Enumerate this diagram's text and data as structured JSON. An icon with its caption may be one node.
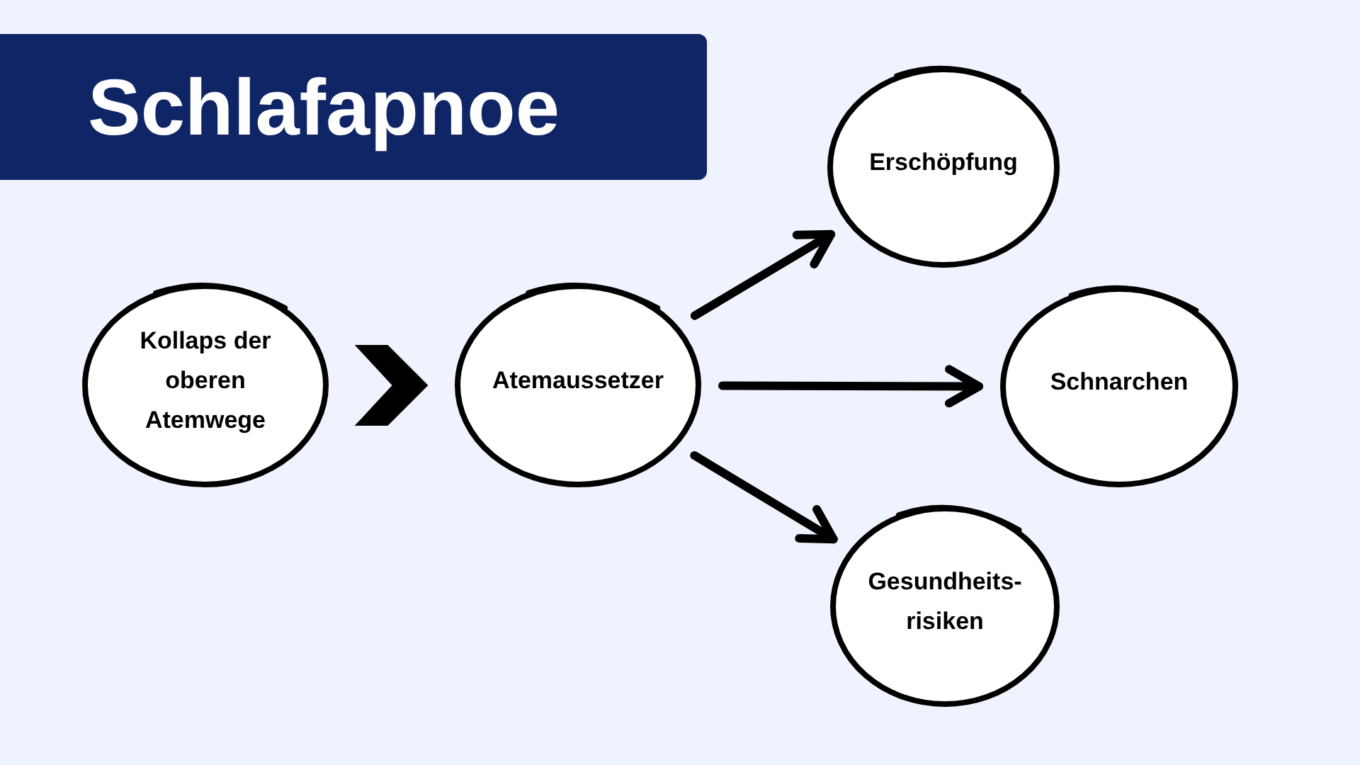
{
  "diagram": {
    "title": "Schlafapnoe",
    "nodes": [
      {
        "text": [
          "Kollaps der oberen Atemwege"
        ]
      },
      {
        "text": [
          "Atemaussetzer"
        ]
      },
      {
        "text": [
          "Erschöpfung"
        ]
      },
      {
        "text": [
          "Schnarchen"
        ]
      },
      {
        "text": [
          "Gesundheits-risiken"
        ]
      }
    ],
    "edges": [
      {
        "from": 0,
        "to": 1,
        "arrow": "to",
        "style": "thick"
      },
      {
        "from": 1,
        "to": 2,
        "arrow": "to"
      },
      {
        "from": 1,
        "to": 3,
        "arrow": "to"
      },
      {
        "from": 1,
        "to": 4,
        "arrow": "to"
      }
    ]
  }
}
